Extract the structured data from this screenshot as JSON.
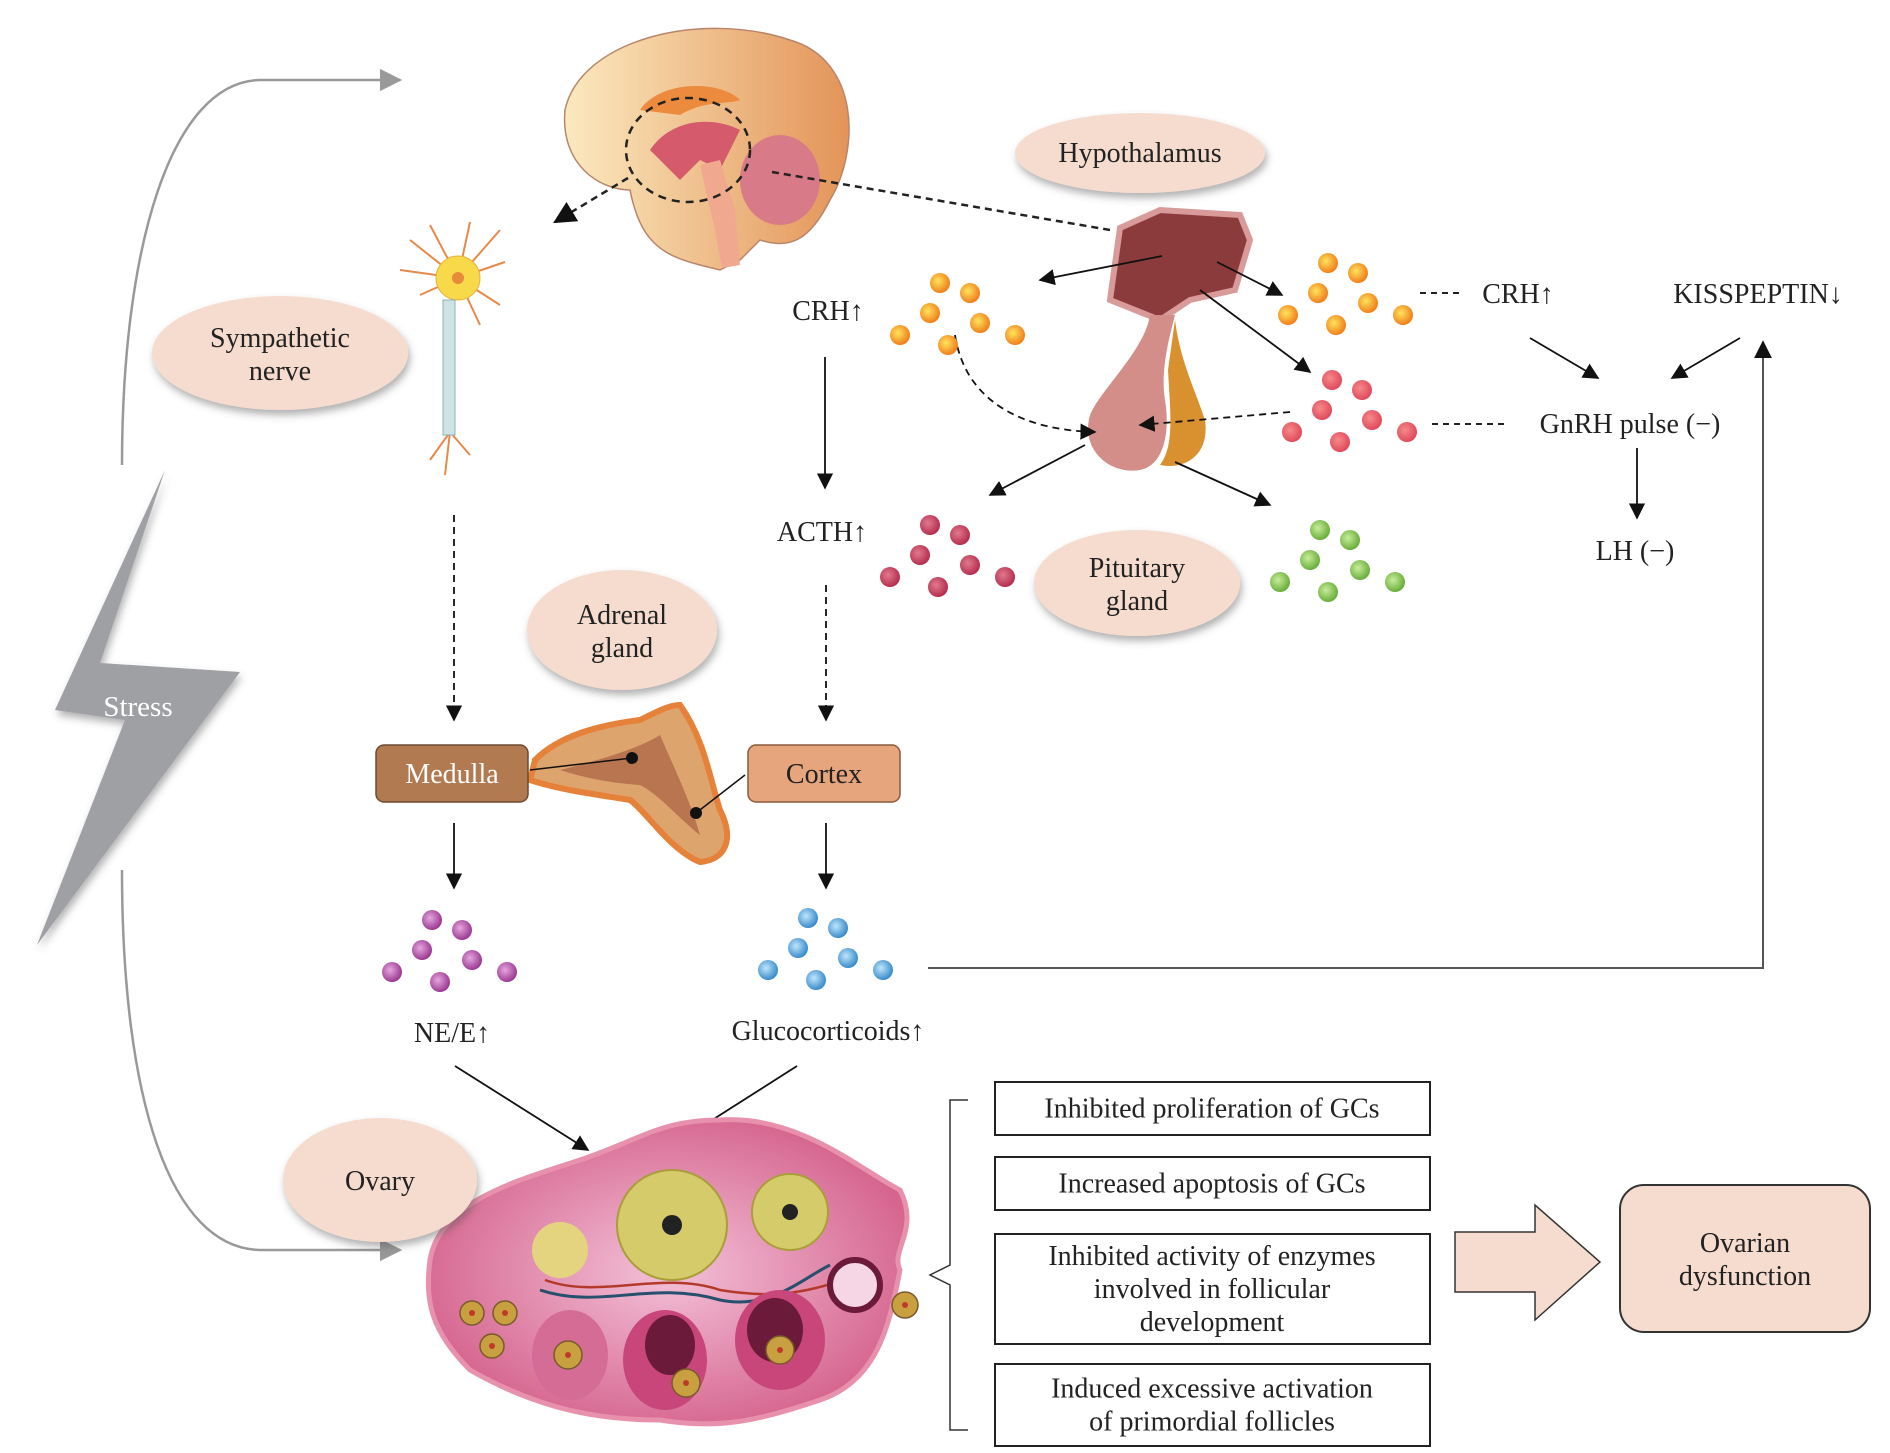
{
  "title": "Stress-induced ovarian dysfunction via sympathetic nerve and HPA axis",
  "stress": {
    "label": "Stress"
  },
  "organs": {
    "hypothalamus": "Hypothalamus",
    "sympathetic_nerve": [
      "Sympathetic",
      "nerve"
    ],
    "adrenal_gland": [
      "Adrenal",
      "gland"
    ],
    "pituitary_gland": [
      "Pituitary",
      "gland"
    ],
    "ovary": "Ovary"
  },
  "adrenal_parts": {
    "medulla": "Medulla",
    "cortex": "Cortex"
  },
  "hormones": {
    "crh_left": "CRH↑",
    "crh_right": "CRH↑",
    "kisspeptin": "KISSPEPTIN↓",
    "gnrh": "GnRH pulse (−)",
    "lh": "LH (−)",
    "acth": "ACTH↑",
    "ne_e": "NE/E↑",
    "glucocorticoids": "Glucocorticoids↑"
  },
  "effects": [
    [
      "Inhibited proliferation of GCs"
    ],
    [
      "Increased apoptosis of GCs"
    ],
    [
      "Inhibited activity of enzymes",
      "involved in follicular",
      "development"
    ],
    [
      "Induced excessive activation",
      "of primordial follicles"
    ]
  ],
  "outcome": [
    "Ovarian",
    "dysfunction"
  ],
  "colors": {
    "label_ellipse": "#f6dccf",
    "medulla": "#b27a51",
    "cortex": "#e6a57c",
    "outcome_box": "#f6dccf",
    "stress_bolt": "#9fa0a3",
    "crh_dots": "#f39a1f",
    "gnrh_dots": "#e4566a",
    "acth_dots": "#c03a5a",
    "green_dots": "#7bbf4a",
    "ne_dots": "#a5449b",
    "gc_dots": "#4a9bd0"
  }
}
